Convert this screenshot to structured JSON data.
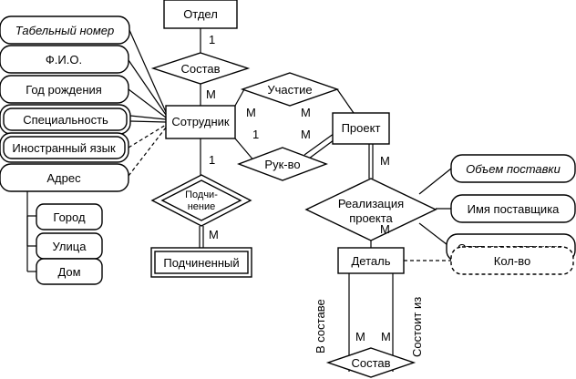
{
  "entities": {
    "otdel": "Отдел",
    "sotrudnik": "Сотрудник",
    "proekt": "Проект",
    "podchinenny": "Подчиненный",
    "detal": "Деталь"
  },
  "relationships": {
    "sostav_top": "Состав",
    "uchastie": "Участие",
    "ruk_vo": "Рук-во",
    "podchinenie_1": "Подчи-",
    "podchinenie_2": "нение",
    "realizatsiya_1": "Реализация",
    "realizatsiya_2": "проекта",
    "sostav_bottom": "Состав"
  },
  "attributes": {
    "tabelny_nomer": "Табельный номер",
    "fio": "Ф.И.О.",
    "god_rozhdeniya": "Год рождения",
    "spetsialnost": "Специальность",
    "inostranny_yazyk": "Иностранный язык",
    "adres": "Адрес",
    "gorod": "Город",
    "ulitsa": "Улица",
    "dom": "Дом",
    "obem_postavki": "Объем поставки",
    "imya_postavshchika": "Имя поставщика",
    "status_postavshchika": "Статус поставщика",
    "kol_vo": "Кол-во"
  },
  "cardinality": {
    "one": "1",
    "many": "M"
  },
  "role_labels": {
    "v_sostave": "В составе",
    "sostoit_iz": "Состоит из"
  }
}
